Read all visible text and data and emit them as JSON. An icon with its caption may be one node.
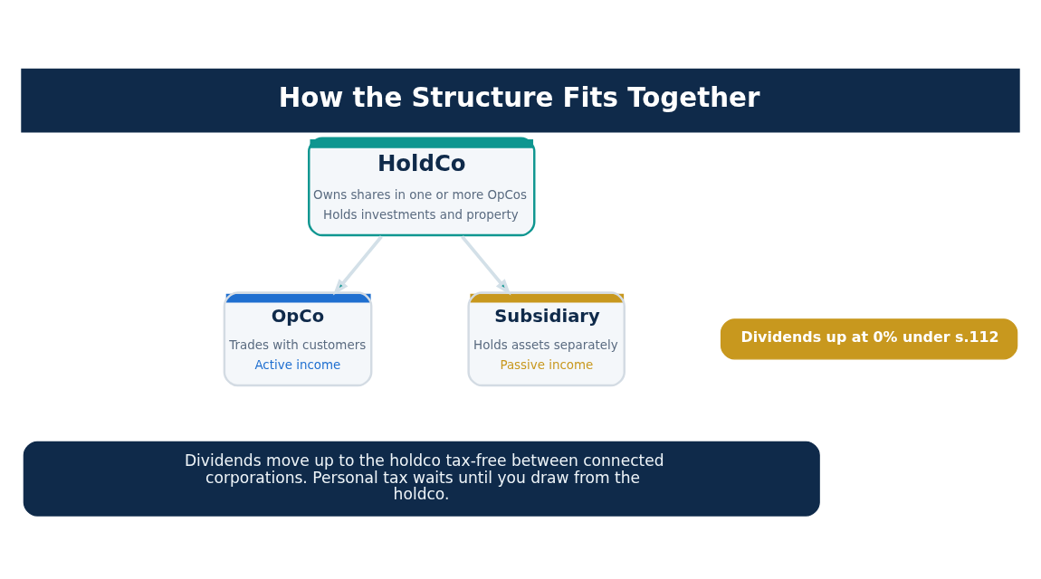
{
  "diagram": {
    "title": "How the Structure Fits Together",
    "nodes": [
      {
        "text": [
          "HoldCo",
          "Owns shares in one or more OpCos",
          "Holds investments and property"
        ]
      },
      {
        "text": [
          "OpCo",
          "Trades with customers",
          "Active income"
        ]
      },
      {
        "text": [
          "Subsidiary",
          "Holds assets separately",
          "Passive income"
        ]
      },
      {
        "text": [
          "Dividends up at 0% under s.112"
        ]
      },
      {
        "text": [
          "Dividends move up to the holdco tax-free between connected corporations. Personal tax waits until you draw from the holdco."
        ]
      }
    ],
    "edges": [
      {
        "from": 0,
        "to": 1,
        "arrow": "to"
      },
      {
        "from": 0,
        "to": 2,
        "arrow": "to"
      }
    ]
  }
}
